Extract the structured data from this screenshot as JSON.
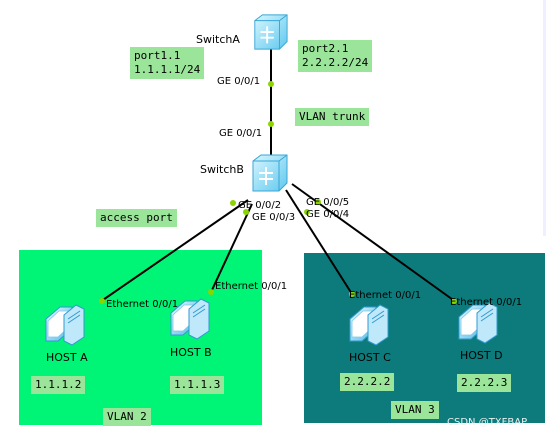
{
  "switches": {
    "a": {
      "name": "SwitchA"
    },
    "b": {
      "name": "SwitchB"
    }
  },
  "ports": {
    "a_down": "GE 0/0/1",
    "b_up": "GE 0/0/1",
    "b_2": "GE 0/0/2",
    "b_3": "GE 0/0/3",
    "b_4": "GE 0/0/4",
    "b_5": "GE 0/0/5",
    "host_a_eth": "Ethernet 0/0/1",
    "host_b_eth": "Ethernet 0/0/1",
    "host_c_eth": "Ethernet 0/0/1",
    "host_d_eth": "Ethernet 0/0/1"
  },
  "boxes": {
    "port1": "port1.1\n1.1.1.1/24",
    "port2": "port2.1\n2.2.2.2/24",
    "trunk": "VLAN trunk",
    "access": "access port"
  },
  "hosts": [
    {
      "name": "HOST A",
      "ip": "1.1.1.2"
    },
    {
      "name": "HOST B",
      "ip": "1.1.1.3"
    },
    {
      "name": "HOST C",
      "ip": "2.2.2.2"
    },
    {
      "name": "HOST D",
      "ip": "2.2.2.3"
    }
  ],
  "vlans": {
    "v2": "VLAN 2",
    "v3": "VLAN 3"
  },
  "colors": {
    "vlan2_fill": "#00f576",
    "vlan3_fill": "#0d7b7b",
    "label_fill": "#9be59b",
    "port_dot": "#8bd400"
  },
  "watermark": "CSDN @TXFBAP"
}
